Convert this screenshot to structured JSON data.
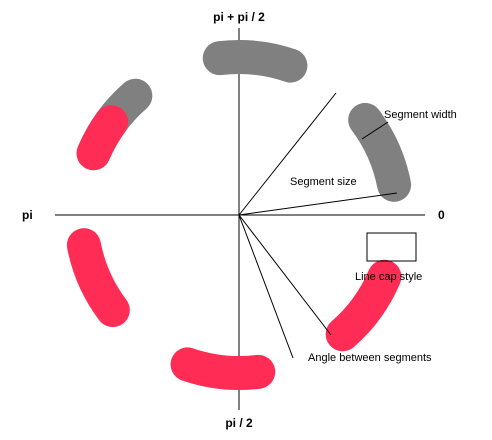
{
  "axis_labels": {
    "top": "pi + pi / 2",
    "bottom": "pi / 2",
    "left": "pi",
    "right": "0"
  },
  "annotations": {
    "segment_width": "Segment width",
    "segment_size": "Segment size",
    "line_cap_style": "Line cap style",
    "angle_between_segments": "Angle between segments"
  },
  "colors": {
    "active": "#FF2D55",
    "inactive": "#808080"
  },
  "segments": [
    {
      "name": "segment-lower-right",
      "state": "active"
    },
    {
      "name": "segment-bottom",
      "state": "active"
    },
    {
      "name": "segment-lower-left",
      "state": "active"
    },
    {
      "name": "segment-upper-left",
      "state": "partial",
      "fill_fraction": 0.5
    },
    {
      "name": "segment-top",
      "state": "inactive"
    },
    {
      "name": "segment-upper-right",
      "state": "inactive"
    }
  ]
}
